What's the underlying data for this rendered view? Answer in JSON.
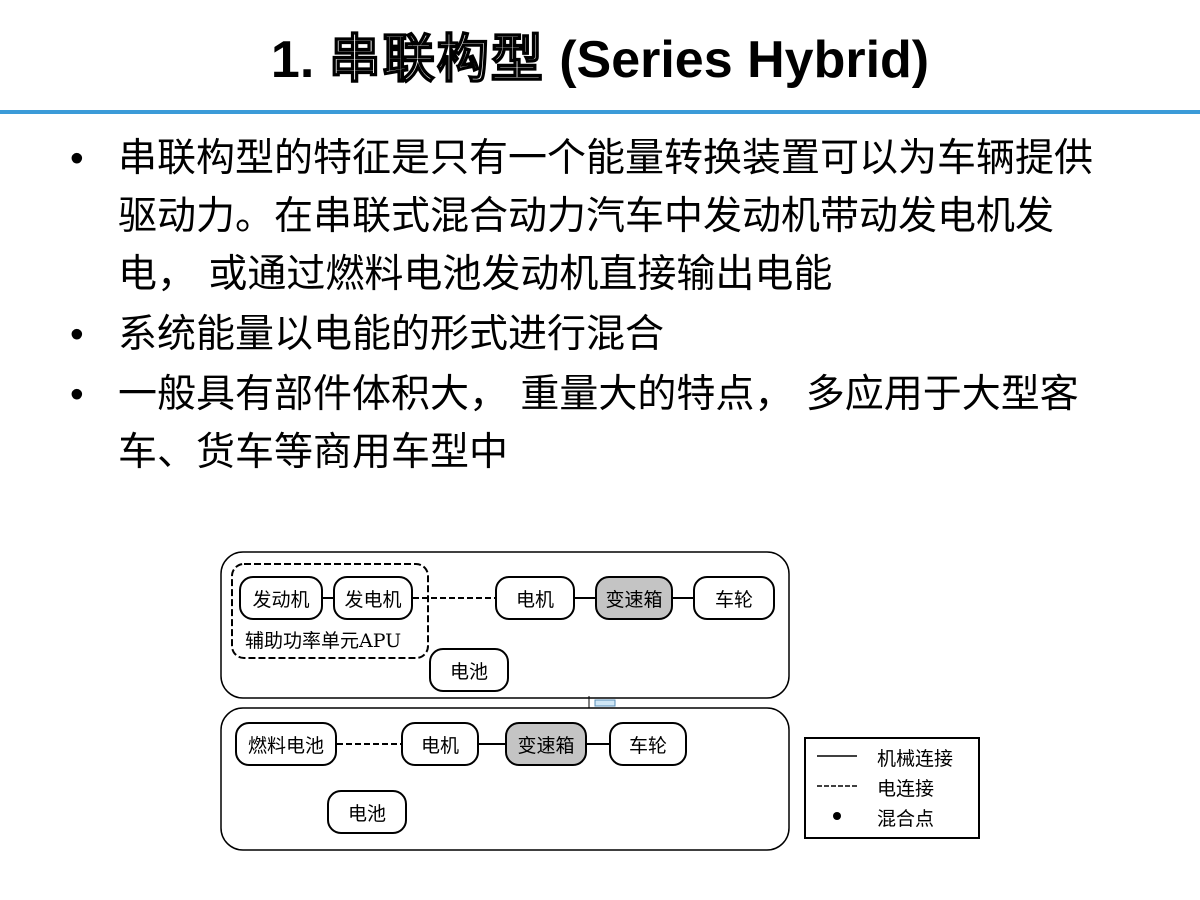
{
  "slide": {
    "title_number": "1.",
    "title_cn": "串联构型",
    "title_en": "(Series Hybrid)"
  },
  "bullets": [
    "串联构型的特征是只有一个能量转换装置可以为车辆提供驱动力。在串联式混合动力汽车中发动机带动发电机发电， 或通过燃料电池发动机直接输出电能",
    "系统能量以电能的形式进行混合",
    "一般具有部件体积大， 重量大的特点， 多应用于大型客车、货车等商用车型中"
  ],
  "bullet_symbol": "•",
  "diagram": {
    "top": {
      "engine": "发动机",
      "generator": "发电机",
      "apu_label": "辅助功率单元APU",
      "motor": "电机",
      "gearbox": "变速箱",
      "wheel": "车轮",
      "battery": "电池"
    },
    "bottom": {
      "fuel_cell": "燃料电池",
      "motor": "电机",
      "gearbox": "变速箱",
      "wheel": "车轮",
      "battery": "电池"
    },
    "legend": {
      "mechanical": "机械连接",
      "electrical": "电连接",
      "hybrid_point": "混合点"
    }
  },
  "colors": {
    "accent_rule": "#3b9bd8",
    "gearbox_fill": "#c4c4c4"
  }
}
